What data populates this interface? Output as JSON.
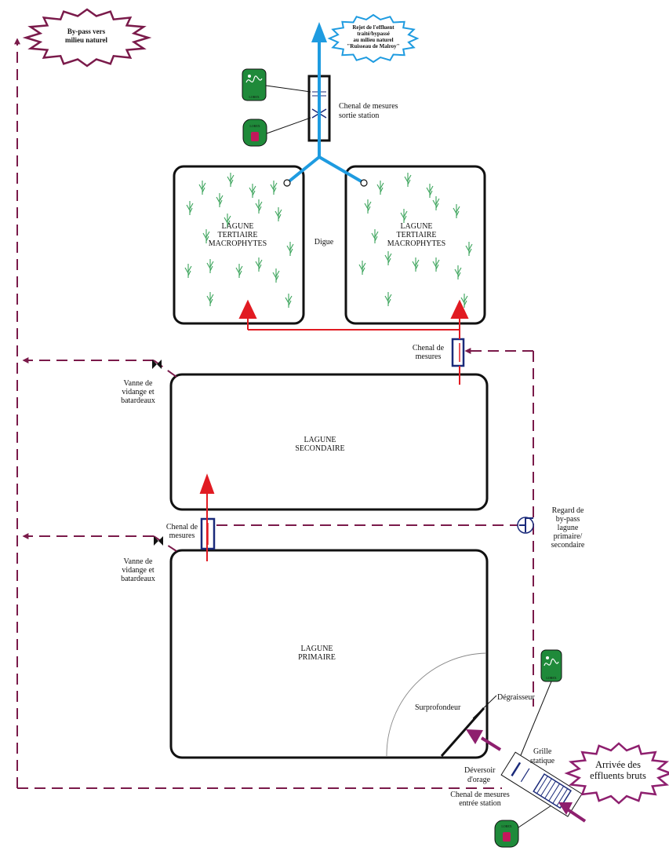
{
  "labels": {
    "bypass_star": [
      "By-pass vers",
      "milieu naturel"
    ],
    "outfall_star": [
      "Rejet de l'effluent",
      "traité/bypassé",
      "au milieu naturel",
      "\"Ruisseau de Malroy\""
    ],
    "inflow_star": [
      "Arrivée des",
      "effluents bruts"
    ],
    "channel_exit": [
      "Chenal de mesures",
      "sortie station"
    ],
    "tertiary_left": [
      "LAGUNE",
      "TERTIAIRE",
      "MACROPHYTES"
    ],
    "tertiary_right": [
      "LAGUNE",
      "TERTIAIRE",
      "MACROPHYTES"
    ],
    "digue": "Digue",
    "channel_upper": [
      "Chenal de",
      "mesures"
    ],
    "valve_upper": [
      "Vanne de",
      "vidange et",
      "batardeaux"
    ],
    "secondary": [
      "LAGUNE",
      "SECONDAIRE"
    ],
    "channel_middle": [
      "Chenal de",
      "mesures"
    ],
    "bypass_regard": [
      "Regard de",
      "by-pass",
      "lagune",
      "primaire/",
      "secondaire"
    ],
    "valve_lower": [
      "Vanne de",
      "vidange et",
      "batardeaux"
    ],
    "primary": [
      "LAGUNE",
      "PRIMAIRE"
    ],
    "surprofondeur": "Surprofondeur",
    "degraisseur": "Dégraisseur",
    "grille": [
      "Grille",
      "statique"
    ],
    "deversoir": [
      "Déversoir",
      "d'orage"
    ],
    "channel_entry": [
      "Chenal de mesures",
      "entrée station"
    ]
  },
  "device_badges": {
    "sampler_top": "LOREX",
    "sampler_bottom": "LOREX",
    "meter_top": "LOREX",
    "meter_right": "LOREX"
  },
  "colors": {
    "bypass_line": "#7a1a4a",
    "treated_arrow": "#1e9be0",
    "flow_arrow": "#e11b22",
    "inflow_arrow": "#8e1f6e",
    "star_outline": "#7a1a4a",
    "reeds": "#3aa35a",
    "device_green": "#1f8a3a",
    "channel_blue": "#1a2a7a"
  }
}
